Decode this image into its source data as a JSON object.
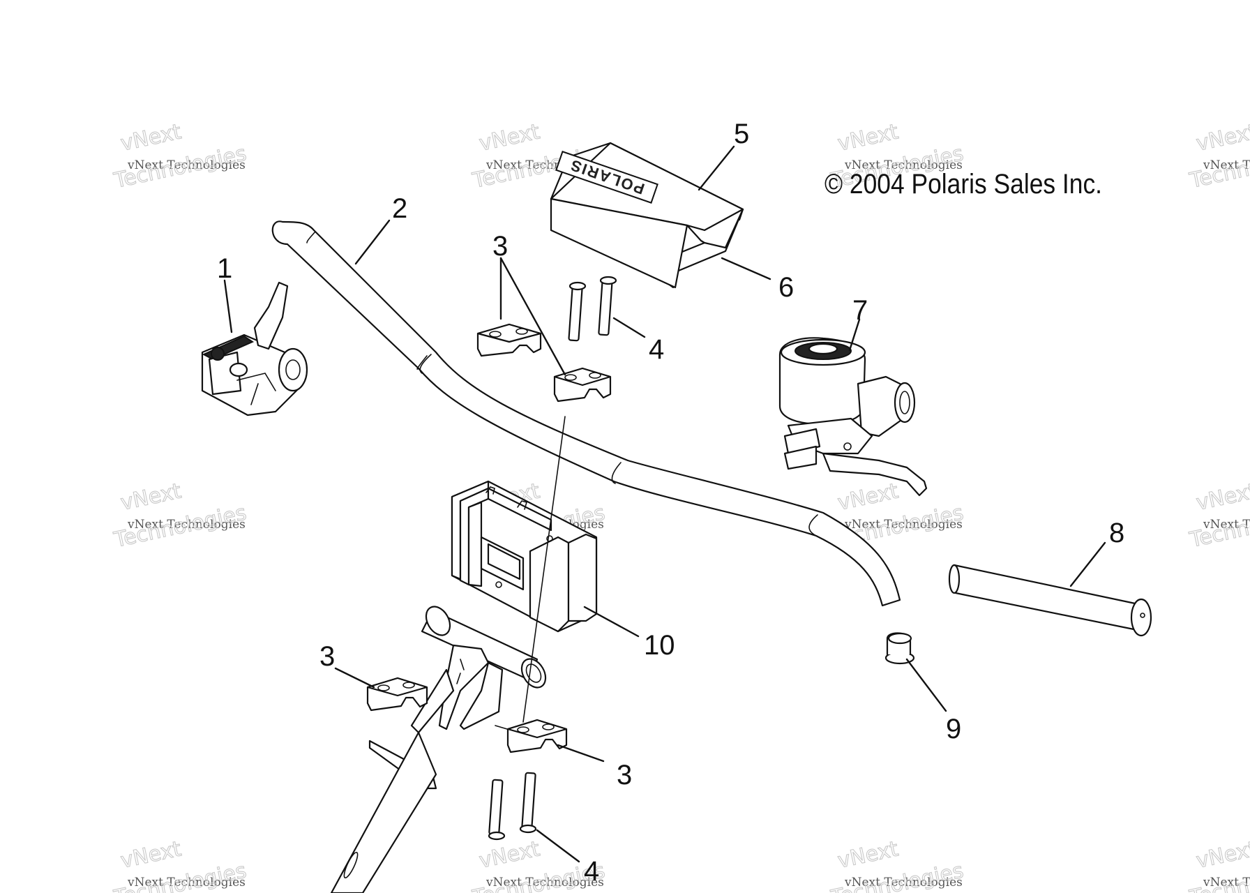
{
  "copyright": "© 2004 Polaris Sales Inc.",
  "brand_logo_text": "POLARIS",
  "watermark": {
    "line1": "vNext Technologies",
    "line2": "vNext",
    "line3": "Technologies"
  },
  "callouts": {
    "c1": "1",
    "c2": "2",
    "c3a": "3",
    "c3b": "3",
    "c3c": "3",
    "c4a": "4",
    "c4b": "4",
    "c5": "5",
    "c6": "6",
    "c7": "7",
    "c8": "8",
    "c9": "9",
    "c10": "10"
  },
  "colors": {
    "line": "#111111",
    "background": "#ffffff",
    "watermark": "#c9c9c9"
  }
}
